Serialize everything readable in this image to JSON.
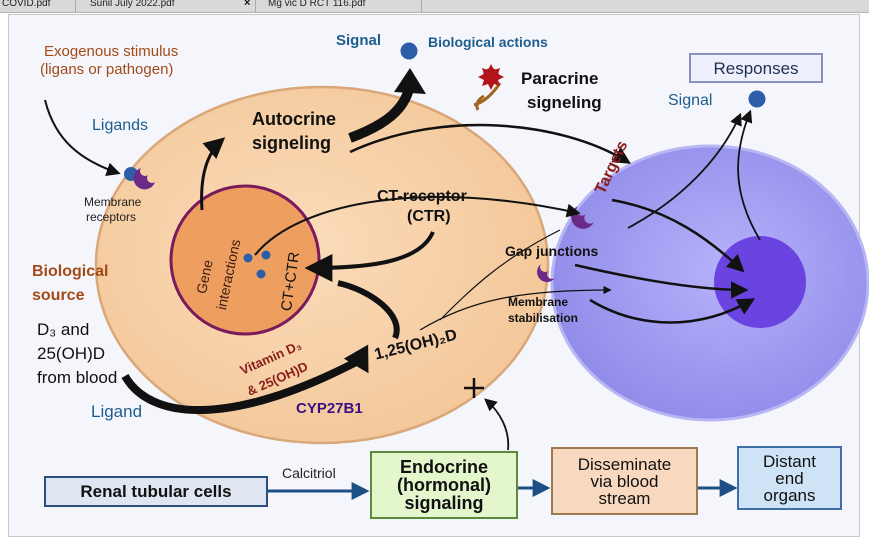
{
  "tabs": [
    {
      "label": "COVID.pdf"
    },
    {
      "label": "Sunil July 2022.pdf"
    },
    {
      "label": "Mg vic D RCT 116.pdf"
    }
  ],
  "tab_close_glyph": "×",
  "labels": {
    "exogenous_line1": "Exogenous stimulus",
    "exogenous_line2": "(ligans or pathogen)",
    "ligands": "Ligands",
    "membrane_receptors_line1": "Membrane",
    "membrane_receptors_line2": "receptors",
    "signal_top": "Signal",
    "biological_actions": "Biological actions",
    "paracrine_line1": "Paracrine",
    "paracrine_line2": "signeling",
    "responses": "Responses",
    "signal_right": "Signal",
    "autocrine_line1": "Autocrine",
    "autocrine_line2": "signeling",
    "ct_receptor_line1": "CT-receptor",
    "ct_receptor_line2": "(CTR)",
    "targets": "Targets",
    "gene_line1": "Gene",
    "gene_line2": "interactions",
    "ct_ctr": "CT+CTR",
    "gap_junctions": "Gap junctions",
    "membrane_stab_line1": "Membrane",
    "membrane_stab_line2": "stabilisation",
    "biological_source_line1": "Biological",
    "biological_source_line2": "source",
    "d3_line1": "D₃ and",
    "d3_line2": "25(OH)D",
    "d3_line3": "from blood",
    "vitamin_line1": "Vitamin D₃",
    "vitamin_line2": "& 25(OH)D",
    "calcitriol_formula": "1,25(OH)₂D",
    "cyp": "CYP27B1",
    "ligand": "Ligand",
    "calcitriol": "Calcitriol"
  },
  "boxes": {
    "renal": "Renal tubular cells",
    "endocrine": "Endocrine\n(hormonal)\nsignaling",
    "disseminate": "Disseminate\nvia blood\nstream",
    "distant": "Distant\nend\norgans"
  },
  "colors": {
    "source_cell": "#f7cfa6",
    "nucleus": "#ee9f60",
    "target_cell": "#9c98f0",
    "target_nucleus": "#6a44e0",
    "receptor": "#6b2a87",
    "signal_dot": "#2d5ca8",
    "brown_text": "#a34a18",
    "blue_text": "#1f5d8f",
    "dark_red_text": "#8a1c1c",
    "purple_text": "#3a1080"
  },
  "icons": {
    "receptor": "membrane-receptor-icon",
    "paracrine": "paracrine-flower-icon",
    "block": "block-cross-icon"
  }
}
